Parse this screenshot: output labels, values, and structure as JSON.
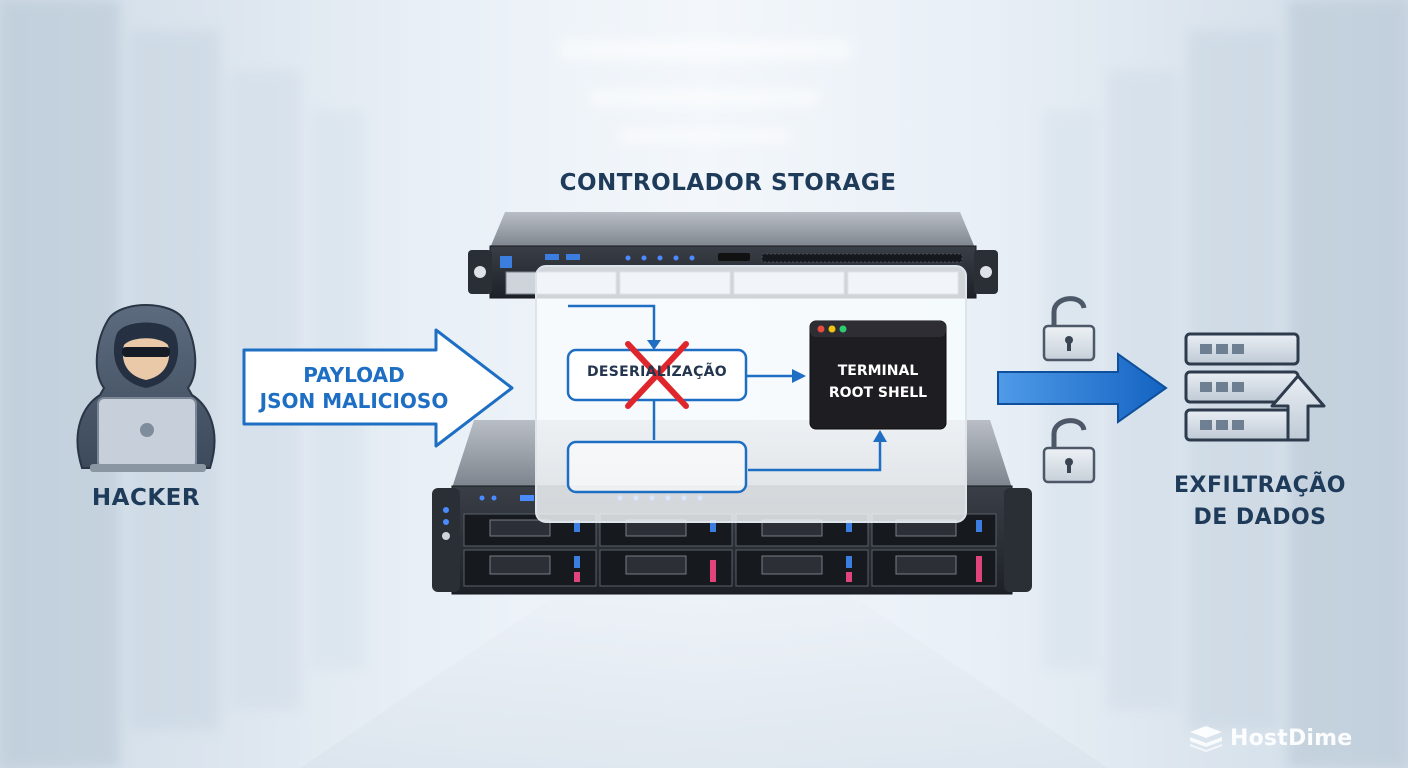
{
  "title": "CONTROLADOR STORAGE",
  "hacker": {
    "label": "HACKER",
    "icon": "hooded-hacker-icon"
  },
  "payload": {
    "line1": "PAYLOAD",
    "line2": "JSON MALICIOSO"
  },
  "process": {
    "label": "DESERIALIZAÇÃO",
    "blocked_icon": "red-x-icon"
  },
  "terminal": {
    "line1": "TERMINAL",
    "line2": "ROOT SHELL",
    "dots": [
      "#e74c3c",
      "#f1c40f",
      "#2ecc71"
    ]
  },
  "exfiltration": {
    "line1": "EXFILTRAÇÃO",
    "line2": "DE DADOS",
    "icon": "server-stack-upload-icon"
  },
  "locks": [
    "unlocked-padlock-icon",
    "unlocked-padlock-icon"
  ],
  "brand": {
    "name": "HostDime"
  },
  "colors": {
    "accent_blue": "#1e6fc4",
    "dark_navy": "#1f3b5a",
    "alert_red": "#e0262d",
    "terminal_bg": "#1e1e22"
  }
}
